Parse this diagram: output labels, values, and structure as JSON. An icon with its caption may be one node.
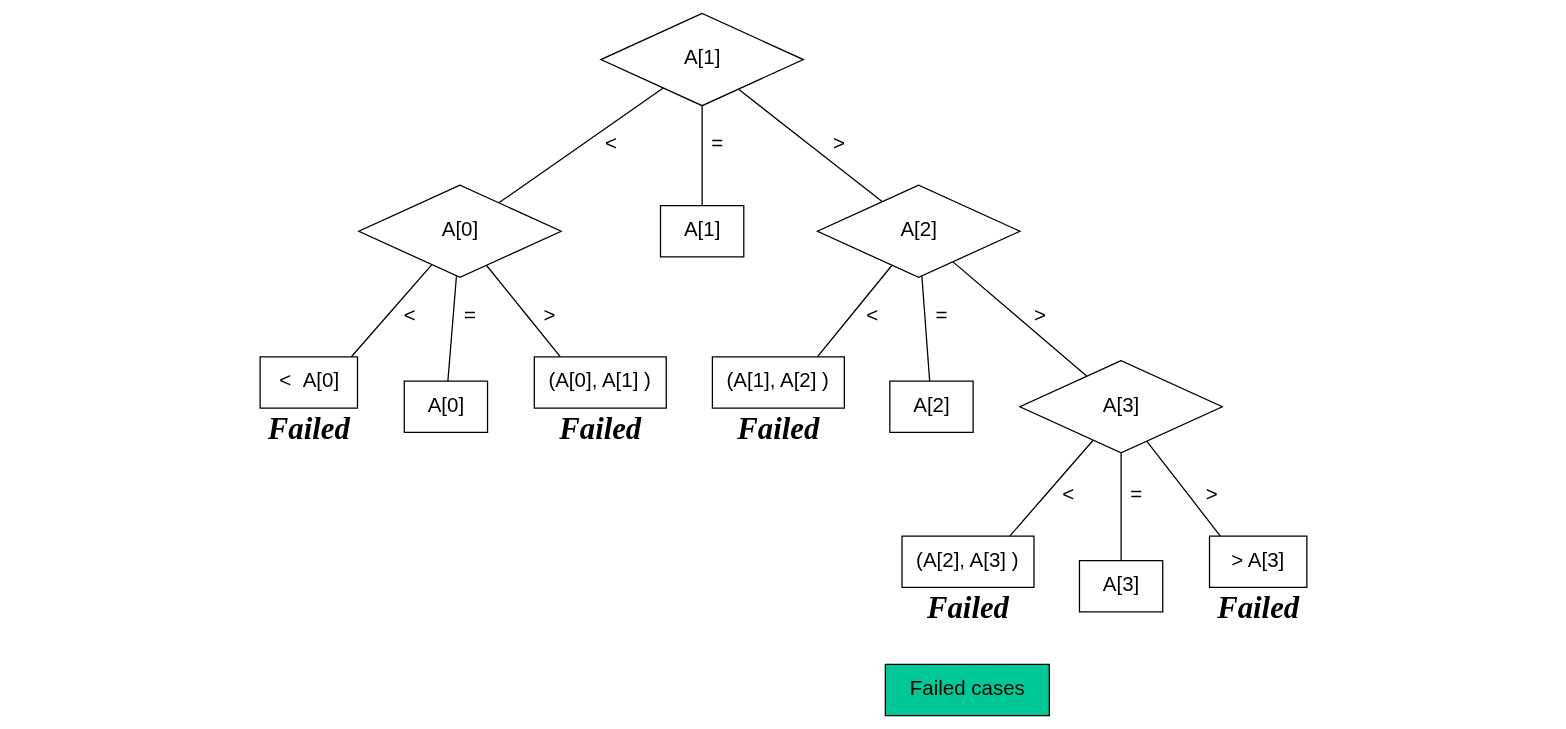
{
  "diagram": {
    "nodes": [
      {
        "text": [
          "A[1]"
        ]
      },
      {
        "text": [
          "A[0]"
        ]
      },
      {
        "text": [
          "A[1]"
        ]
      },
      {
        "text": [
          "A[2]"
        ]
      },
      {
        "text": [
          "<  A[0]"
        ],
        "beside": [
          "Failed"
        ]
      },
      {
        "text": [
          "A[0]"
        ]
      },
      {
        "text": [
          "(A[0], A[1] )"
        ],
        "beside": [
          "Failed"
        ]
      },
      {
        "text": [
          "(A[1], A[2] )"
        ],
        "beside": [
          "Failed"
        ]
      },
      {
        "text": [
          "A[2]"
        ]
      },
      {
        "text": [
          "A[3]"
        ]
      },
      {
        "text": [
          "(A[2], A[3] )"
        ],
        "beside": [
          "Failed"
        ]
      },
      {
        "text": [
          "A[3]"
        ]
      },
      {
        "text": [
          "> A[3]"
        ],
        "beside": [
          "Failed"
        ]
      },
      {
        "text": [
          "Failed cases"
        ]
      }
    ],
    "edges": [
      {
        "from": 0,
        "to": 1,
        "arrow": "none",
        "label": "<"
      },
      {
        "from": 0,
        "to": 2,
        "arrow": "none",
        "label": "="
      },
      {
        "from": 0,
        "to": 3,
        "arrow": "none",
        "label": ">"
      },
      {
        "from": 1,
        "to": 4,
        "arrow": "none",
        "label": "<"
      },
      {
        "from": 1,
        "to": 5,
        "arrow": "none",
        "label": "="
      },
      {
        "from": 1,
        "to": 6,
        "arrow": "none",
        "label": ">"
      },
      {
        "from": 3,
        "to": 7,
        "arrow": "none",
        "label": "<"
      },
      {
        "from": 3,
        "to": 8,
        "arrow": "none",
        "label": "="
      },
      {
        "from": 3,
        "to": 9,
        "arrow": "none",
        "label": ">"
      },
      {
        "from": 9,
        "to": 10,
        "arrow": "none",
        "label": "<"
      },
      {
        "from": 9,
        "to": 11,
        "arrow": "none",
        "label": "="
      },
      {
        "from": 9,
        "to": 12,
        "arrow": "none",
        "label": ">"
      }
    ]
  }
}
